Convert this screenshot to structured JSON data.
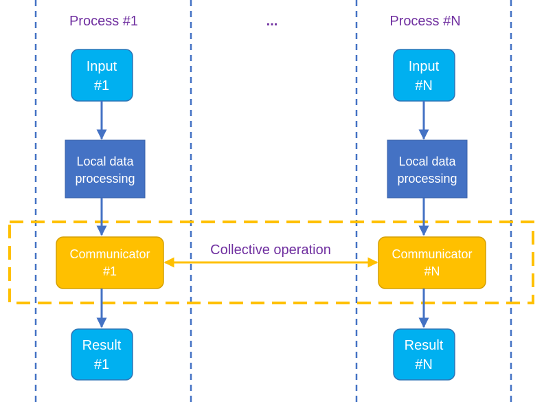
{
  "headers": {
    "process_1": "Process #1",
    "ellipsis": "...",
    "process_n": "Process #N"
  },
  "column_1": {
    "input": [
      "Input",
      "#1"
    ],
    "local": [
      "Local data",
      "processing"
    ],
    "communicator": [
      "Communicator",
      "#1"
    ],
    "result": [
      "Result",
      "#1"
    ]
  },
  "column_n": {
    "input": [
      "Input",
      "#N"
    ],
    "local": [
      "Local data",
      "processing"
    ],
    "communicator": [
      "Communicator",
      "#N"
    ],
    "result": [
      "Result",
      "#N"
    ]
  },
  "collective_label": "Collective operation",
  "colors": {
    "divider": "#4472c4",
    "header_text": "#7030a0",
    "io_box": "#00b0f0",
    "io_border": "#2e75b6",
    "local_box": "#4472c4",
    "comm_box": "#ffc000",
    "comm_border": "#d6a000",
    "flow_arrow": "#4472c4",
    "collective_arrow": "#ffc000",
    "collective_region": "#ffc000",
    "box_text": "#ffffff"
  }
}
